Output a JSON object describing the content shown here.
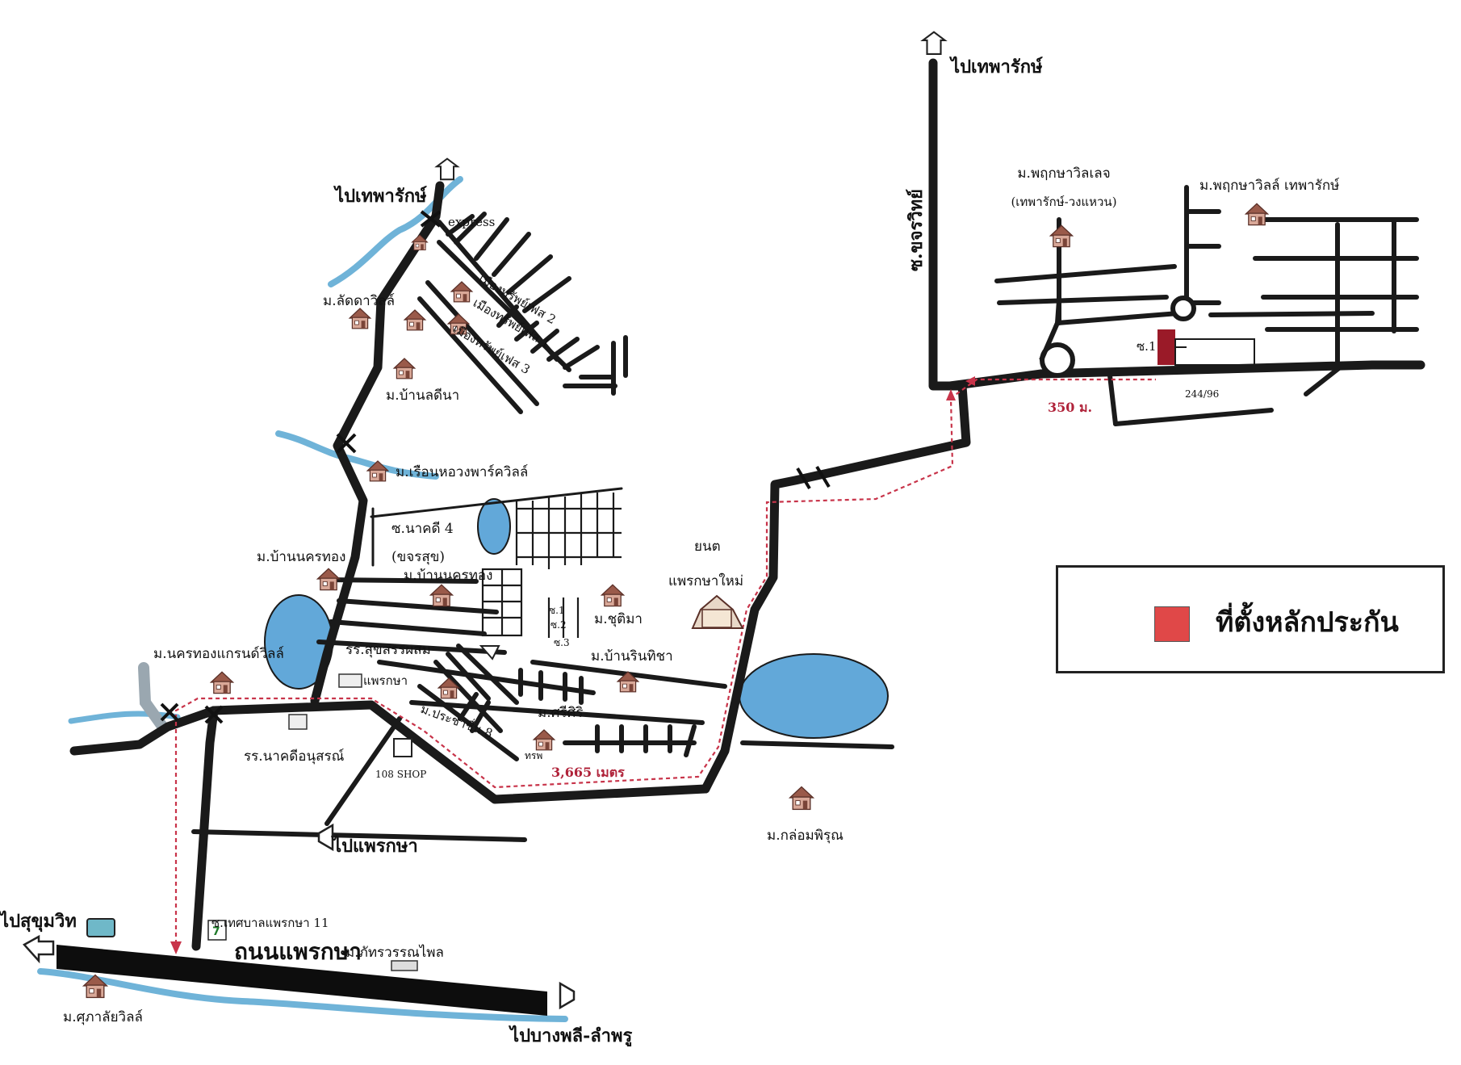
{
  "colors": {
    "road": "#1a1a1a",
    "highway": "#111111",
    "water": "#6fb3d8",
    "pond": "#62a8d9",
    "route": "#c8344a",
    "marker": "#e04848",
    "house": "#b06a5a"
  },
  "icons": [
    "house-icon",
    "arrow-sign-icon",
    "bridge-icon",
    "temple-icon",
    "shop-icon",
    "school-icon",
    "store-711-icon",
    "sign-icon"
  ],
  "labels": {
    "to_thepharak_top": "ไปเทพารักษ์",
    "to_thepharak_left": "ไปเทพารักษ์",
    "soi_khonwit": "ซ.ขจรวิทย์",
    "m_pruksa_ville_ring": "ม.พฤกษาวิลเลจ",
    "m_pruksa_ville_ring_sub": "(เทพารักษ์-วงแหวน)",
    "m_pruksa_ville_thepharak": "ม.พฤกษาวิลล์ เทพารักษ์",
    "soi1": "ซ.1",
    "house_no": "244/96",
    "dist_350": "350 ม.",
    "express": "express",
    "m_lat_ville": "ม.ลัดดาวิลล์",
    "m_ban_lada": "ม.บ้านลดีนา",
    "muang_phase2": "เมืองทรัพย์เฟส 2",
    "muang_phase1": "เมืองทรัพย์เฟส 1",
    "muang_phase3": "เมืองทรัพย์เฟส 3",
    "m_ruenhong": "ม.เรือนหอวงพาร์ควิลล์",
    "soi_nakhon4": "ซ.นาคดี 4",
    "soi_nakhon4_sub": "(ขจรสุข)",
    "m_ban_nakhonthong_left": "ม.บ้านนครทอง",
    "m_ban_nakhonthong_center": "ม.บ้านนครทอง",
    "soi_k1": "ซ.1",
    "soi_k2": "ซ.2",
    "soi_k3": "ซ.3",
    "m_supha": "ม.ชุติมา",
    "m_ban_rinthicha": "ม.บ้านรินทิชา",
    "yatch": "ยนต",
    "phraeksa_mai": "แพรกษาใหม่",
    "rr_suksaphan": "รร.สุขสรรผสม",
    "phraeksa_small": "แพรกษา",
    "m_nakhonthong_grand": "ม.นครทองแกรนด์วิลล์",
    "m_prachabun8": "ม.ประชาชื่น 8",
    "m_saksiri": "ม.ศรีศิริ",
    "school_small": "ทรพ",
    "dist_3665": "3,665 เมตร",
    "rr_nakhon": "รร.นาคดีอนุสรณ์",
    "shop_108": "108 SHOP",
    "to_phraeksa": "ไปแพรกษา",
    "m_klomphirun": "ม.กล่อมพิรุณ",
    "to_sukhumvit": "ไปสุขุมวิท",
    "soi_thesaban11": "ซ.เทศบาลแพรกษา 11",
    "road_phraeksa": "ถนนแพรกษา",
    "m_phatthra": "ม.ภัทรวรรณไพล",
    "m_supalai_ville": "ม.ศุภาลัยวิลล์",
    "to_bangphli": "ไปบางพลี-ลำพรู"
  },
  "legend": {
    "label": "ที่ตั้งหลักประกัน"
  }
}
